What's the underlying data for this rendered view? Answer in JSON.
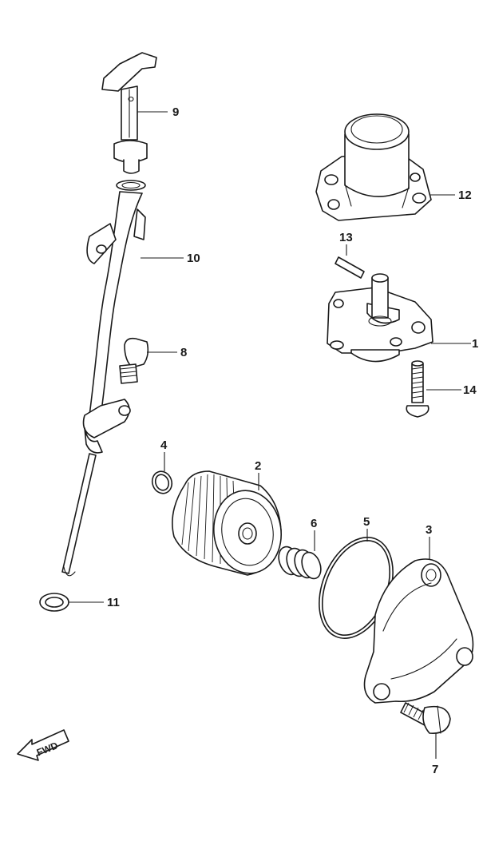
{
  "callouts": [
    {
      "id": "1",
      "label": "1"
    },
    {
      "id": "2",
      "label": "2"
    },
    {
      "id": "3",
      "label": "3"
    },
    {
      "id": "4",
      "label": "4"
    },
    {
      "id": "5",
      "label": "5"
    },
    {
      "id": "6",
      "label": "6"
    },
    {
      "id": "7",
      "label": "7"
    },
    {
      "id": "8",
      "label": "8"
    },
    {
      "id": "9",
      "label": "9"
    },
    {
      "id": "10",
      "label": "10"
    },
    {
      "id": "11",
      "label": "11"
    },
    {
      "id": "12",
      "label": "12"
    },
    {
      "id": "13",
      "label": "13"
    },
    {
      "id": "14",
      "label": "14"
    }
  ],
  "direction_marker": {
    "label": "FWD",
    "icon": "forward-arrow-icon"
  }
}
